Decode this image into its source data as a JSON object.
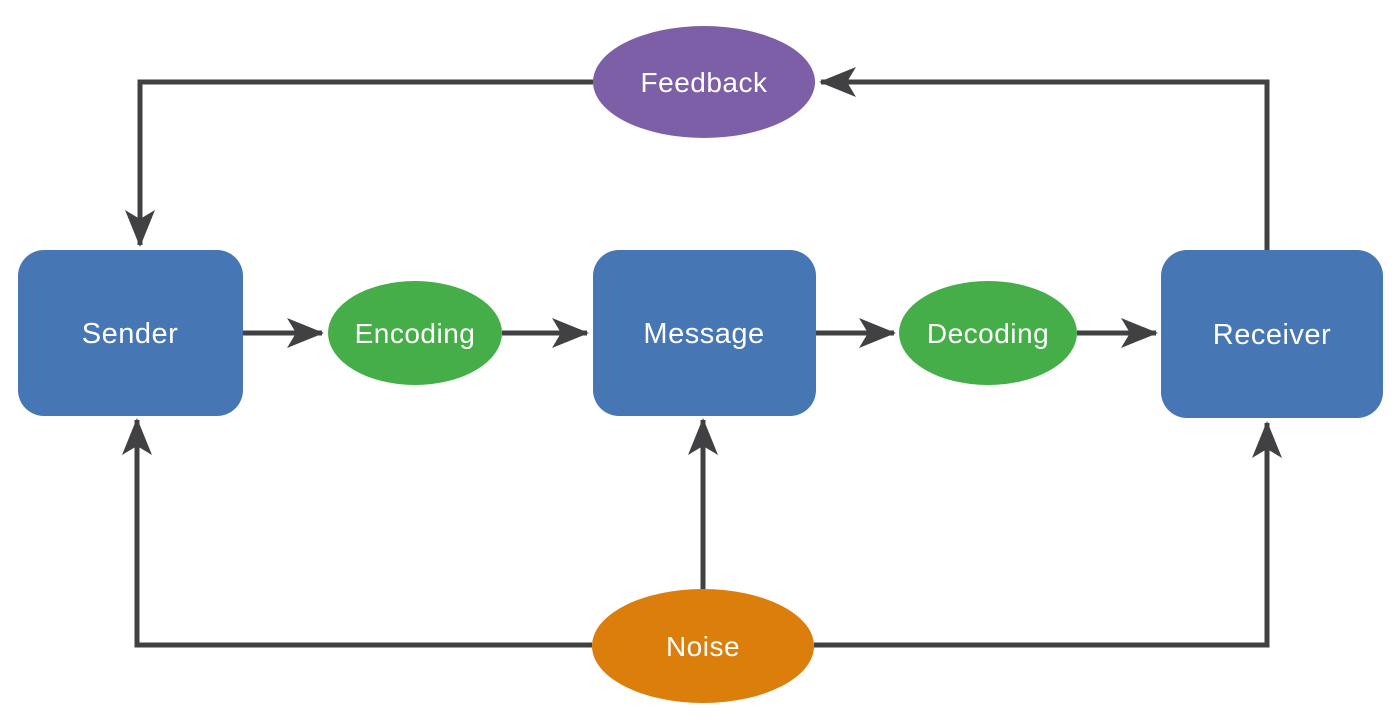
{
  "diagram": {
    "type": "flowchart",
    "nodes": {
      "sender": {
        "label": "Sender",
        "shape": "rounded-rect",
        "color": "#4676B3"
      },
      "encoding": {
        "label": "Encoding",
        "shape": "ellipse",
        "color": "#45AE48"
      },
      "message": {
        "label": "Message",
        "shape": "rounded-rect",
        "color": "#4676B3"
      },
      "decoding": {
        "label": "Decoding",
        "shape": "ellipse",
        "color": "#45AE48"
      },
      "receiver": {
        "label": "Receiver",
        "shape": "rounded-rect",
        "color": "#4676B3"
      },
      "feedback": {
        "label": "Feedback",
        "shape": "ellipse",
        "color": "#7C5FA6"
      },
      "noise": {
        "label": "Noise",
        "shape": "ellipse",
        "color": "#DB7E0B"
      }
    },
    "edges": [
      {
        "from": "sender",
        "to": "encoding",
        "arrow": true
      },
      {
        "from": "encoding",
        "to": "message",
        "arrow": true
      },
      {
        "from": "message",
        "to": "decoding",
        "arrow": true
      },
      {
        "from": "decoding",
        "to": "receiver",
        "arrow": true
      },
      {
        "from": "receiver",
        "to": "feedback",
        "arrow": true
      },
      {
        "from": "feedback",
        "to": "sender",
        "arrow": true
      },
      {
        "from": "noise",
        "to": "message",
        "arrow": true
      },
      {
        "from": "noise",
        "to": "sender",
        "arrow": true
      },
      {
        "from": "noise",
        "to": "receiver",
        "arrow": true
      }
    ],
    "colors": {
      "connector": "#414143",
      "label_text": "#FFFFFF",
      "background": "#FFFFFF"
    }
  }
}
